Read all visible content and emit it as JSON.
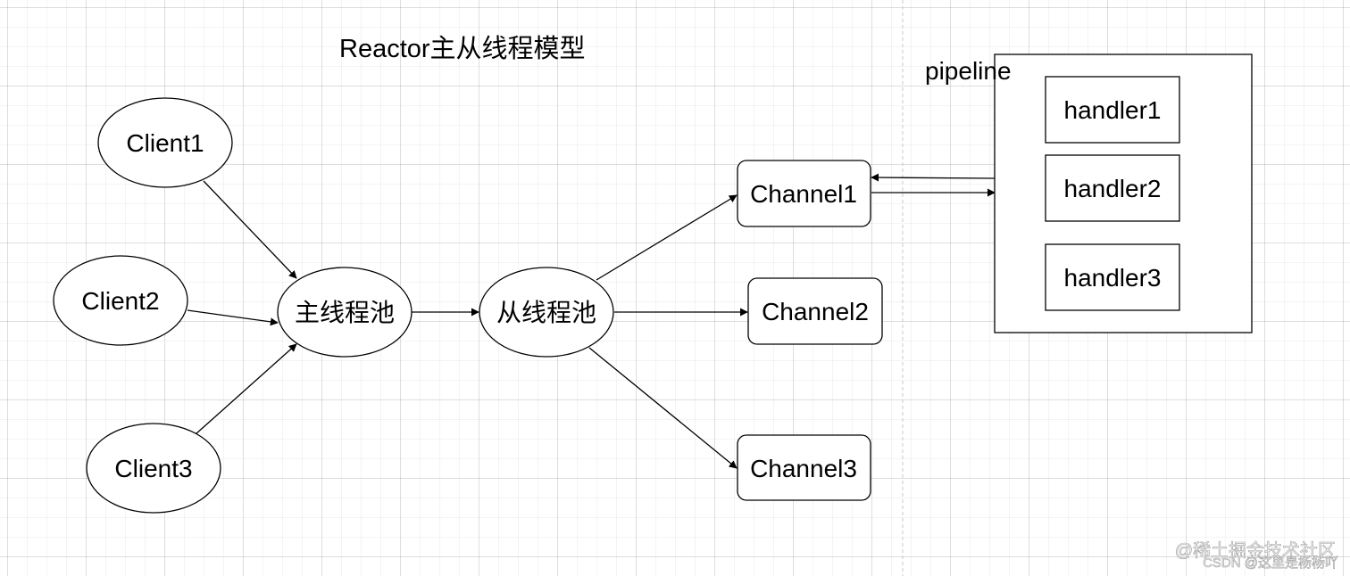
{
  "title": "Reactor主从线程模型",
  "nodes": {
    "client1": "Client1",
    "client2": "Client2",
    "client3": "Client3",
    "main_pool": "主线程池",
    "sub_pool": "从线程池",
    "channel1": "Channel1",
    "channel2": "Channel2",
    "channel3": "Channel3"
  },
  "pipeline": {
    "label": "pipeline",
    "handlers": [
      "handler1",
      "handler2",
      "handler3"
    ]
  },
  "watermark": {
    "line1": "@稀土掘金技术社区",
    "line2": "CSDN @这里是杨杨吖"
  },
  "colors": {
    "stroke": "#000000",
    "background": "#ffffff",
    "grid": "#e6e6e6",
    "divider": "#c8c8c8"
  }
}
